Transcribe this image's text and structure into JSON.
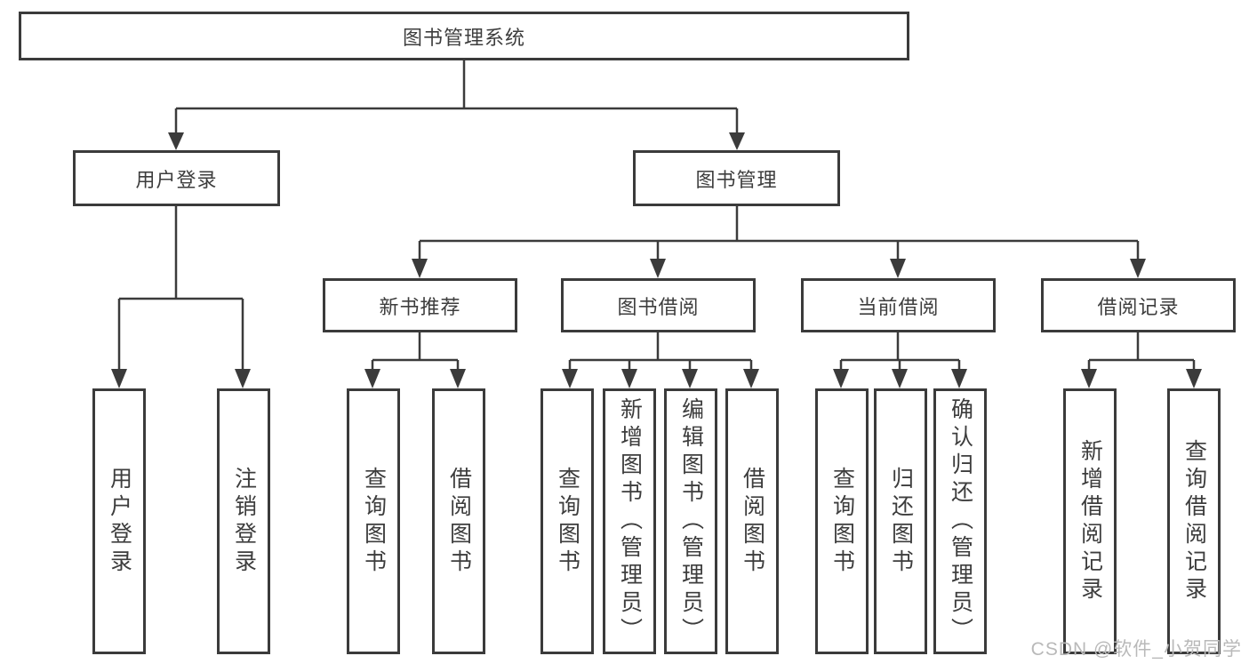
{
  "colors": {
    "background": "#ffffff",
    "line": "#3b3b3b",
    "box_border": "#3b3b3b",
    "text": "#3d3d3d",
    "watermark": "#b9b9b9"
  },
  "watermark": "CSDN @软件_小贺同学",
  "tree": {
    "root": "图书管理系统",
    "branches": [
      {
        "label": "用户登录",
        "children": [
          "用户登录",
          "注销登录"
        ]
      },
      {
        "label": "图书管理",
        "children": [
          {
            "label": "新书推荐",
            "children": [
              "查询图书",
              "借阅图书"
            ]
          },
          {
            "label": "图书借阅",
            "children": [
              "查询图书",
              "新增图书（管理员）",
              "编辑图书（管理员）",
              "借阅图书"
            ]
          },
          {
            "label": "当前借阅",
            "children": [
              "查询图书",
              "归还图书",
              "确认归还（管理员）"
            ]
          },
          {
            "label": "借阅记录",
            "children": [
              "新增借阅记录",
              "查询借阅记录"
            ]
          }
        ]
      }
    ]
  }
}
